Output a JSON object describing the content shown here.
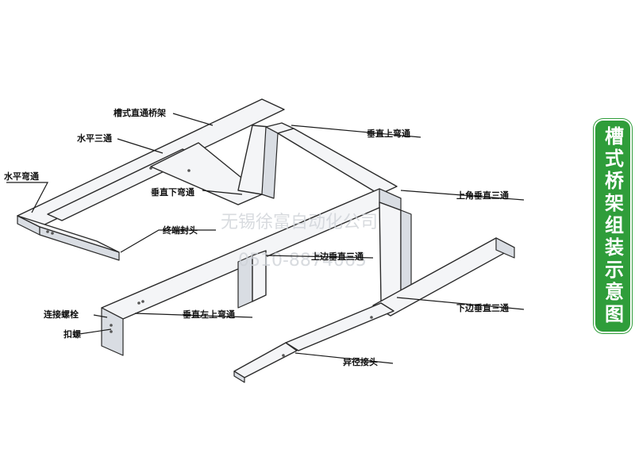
{
  "title": "槽式桥架组装示意图",
  "watermark": {
    "company": "无锡徐富自动化公司",
    "phone": "0510-8874065"
  },
  "labels": {
    "straight_tray": "槽式直通桥架",
    "horizontal_tee": "水平三通",
    "horizontal_elbow": "水平弯通",
    "vertical_down_elbow": "垂直下弯通",
    "end_cap": "终端封头",
    "connecting_bolt": "连接螺栓",
    "buckle_screw": "扣螺",
    "vertical_left_up_elbow": "垂直左上弯通",
    "vertical_up_elbow": "垂直上弯通",
    "upper_corner_vertical_tee": "上角垂直三通",
    "upper_edge_vertical_tee": "上边垂直三通",
    "lower_edge_vertical_tee": "下边垂直三通",
    "reducer": "异径接头"
  },
  "colors": {
    "badge_green": "#2f9d3a",
    "tray_fill": "#f4f5f7",
    "line": "#2a2a2a"
  }
}
